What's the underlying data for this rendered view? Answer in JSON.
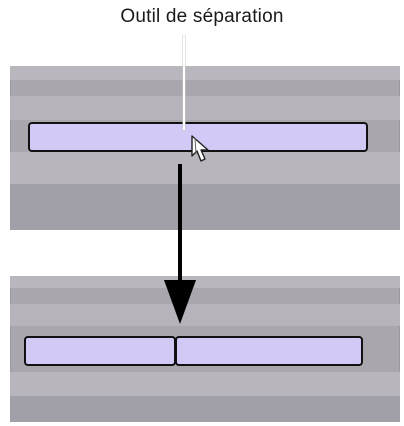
{
  "caption": {
    "text": "Outil de séparation"
  },
  "colors": {
    "track_bg": "#a9a7ad",
    "track_stripe_light": "#bab8bd",
    "track_stripe_dark": "#9d9ba4",
    "region_fill": "#d3c9f6",
    "region_border": "#111111"
  },
  "icons": {
    "cursor": "separator-cursor-icon",
    "arrow": "down-arrow"
  },
  "before": {
    "regions": 1
  },
  "after": {
    "regions": 2
  }
}
